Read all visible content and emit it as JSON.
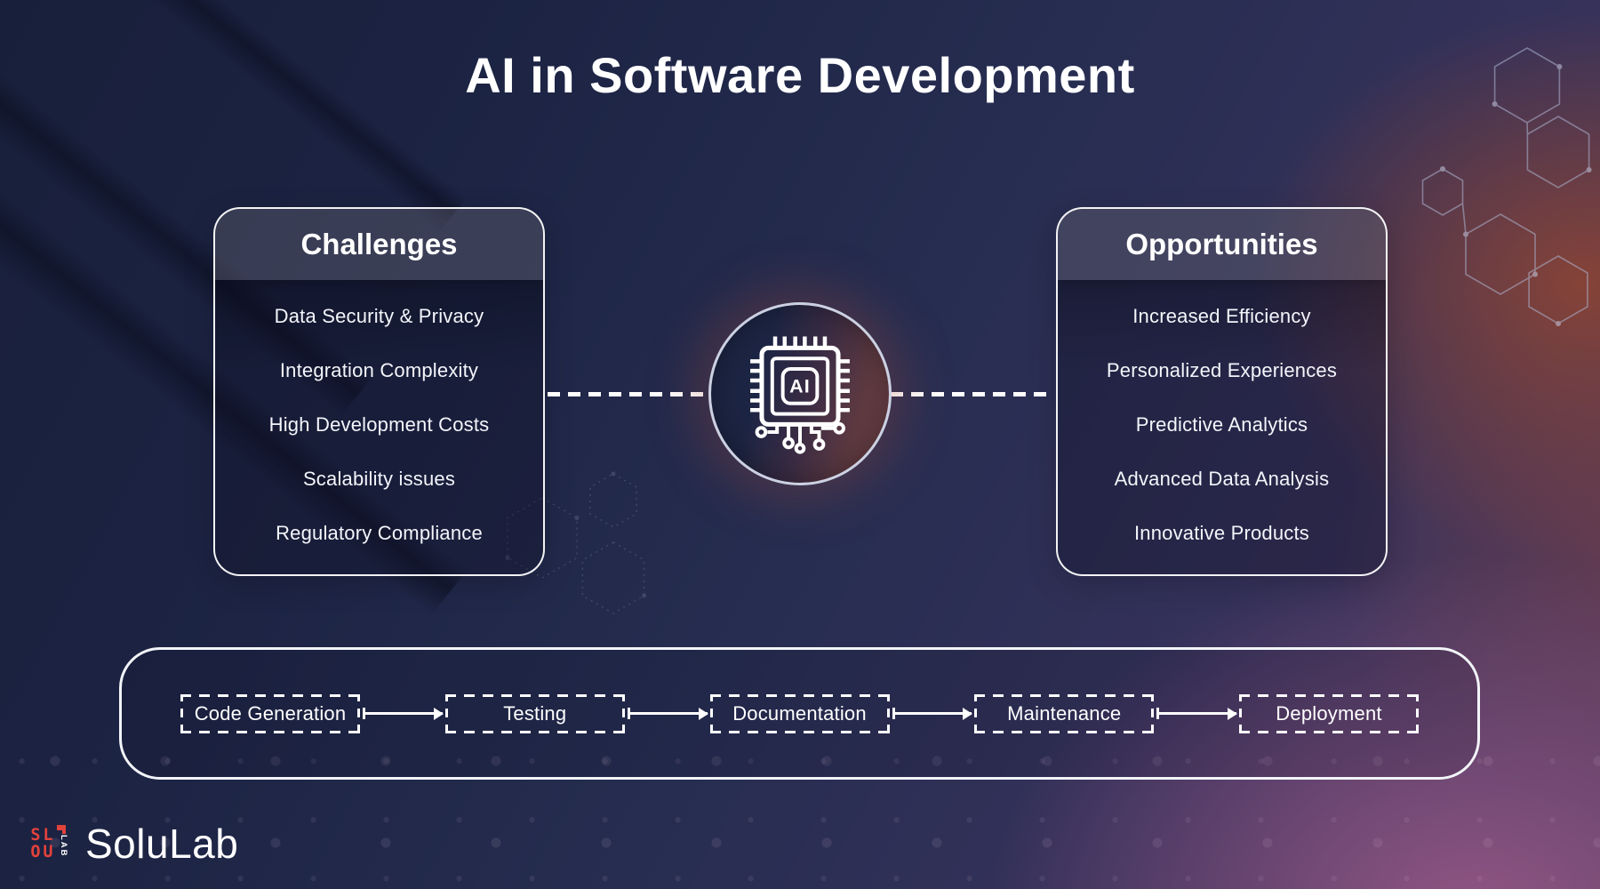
{
  "title": "AI in Software Development",
  "challenges": {
    "title": "Challenges",
    "items": [
      "Data Security & Privacy",
      "Integration Complexity",
      "High Development Costs",
      "Scalability issues",
      "Regulatory Compliance"
    ]
  },
  "opportunities": {
    "title": "Opportunities",
    "items": [
      "Increased Efficiency",
      "Personalized Experiences",
      "Predictive Analytics",
      "Advanced Data Analysis",
      "Innovative Products"
    ]
  },
  "center": {
    "ai_label": "AI"
  },
  "pipeline": {
    "steps": [
      "Code Generation",
      "Testing",
      "Documentation",
      "Maintenance",
      "Deployment"
    ]
  },
  "logo": {
    "mark_letters": [
      "S",
      "L",
      "O",
      "U"
    ],
    "mark_sub": "LAB",
    "text": "SoluLab"
  },
  "colors": {
    "background_navy": "#1b2240",
    "background_maroon": "#6b4340",
    "background_magenta": "#8a5b85",
    "card_border": "#ffffff",
    "challenges_header_bg": "#3e4466",
    "opportunities_header_bg": "#4a4253",
    "circle_ring": "#ccd1e2",
    "text": "#ffffff",
    "logo_red": "#e2423b",
    "hexagon_line": "#aeb6d4"
  }
}
